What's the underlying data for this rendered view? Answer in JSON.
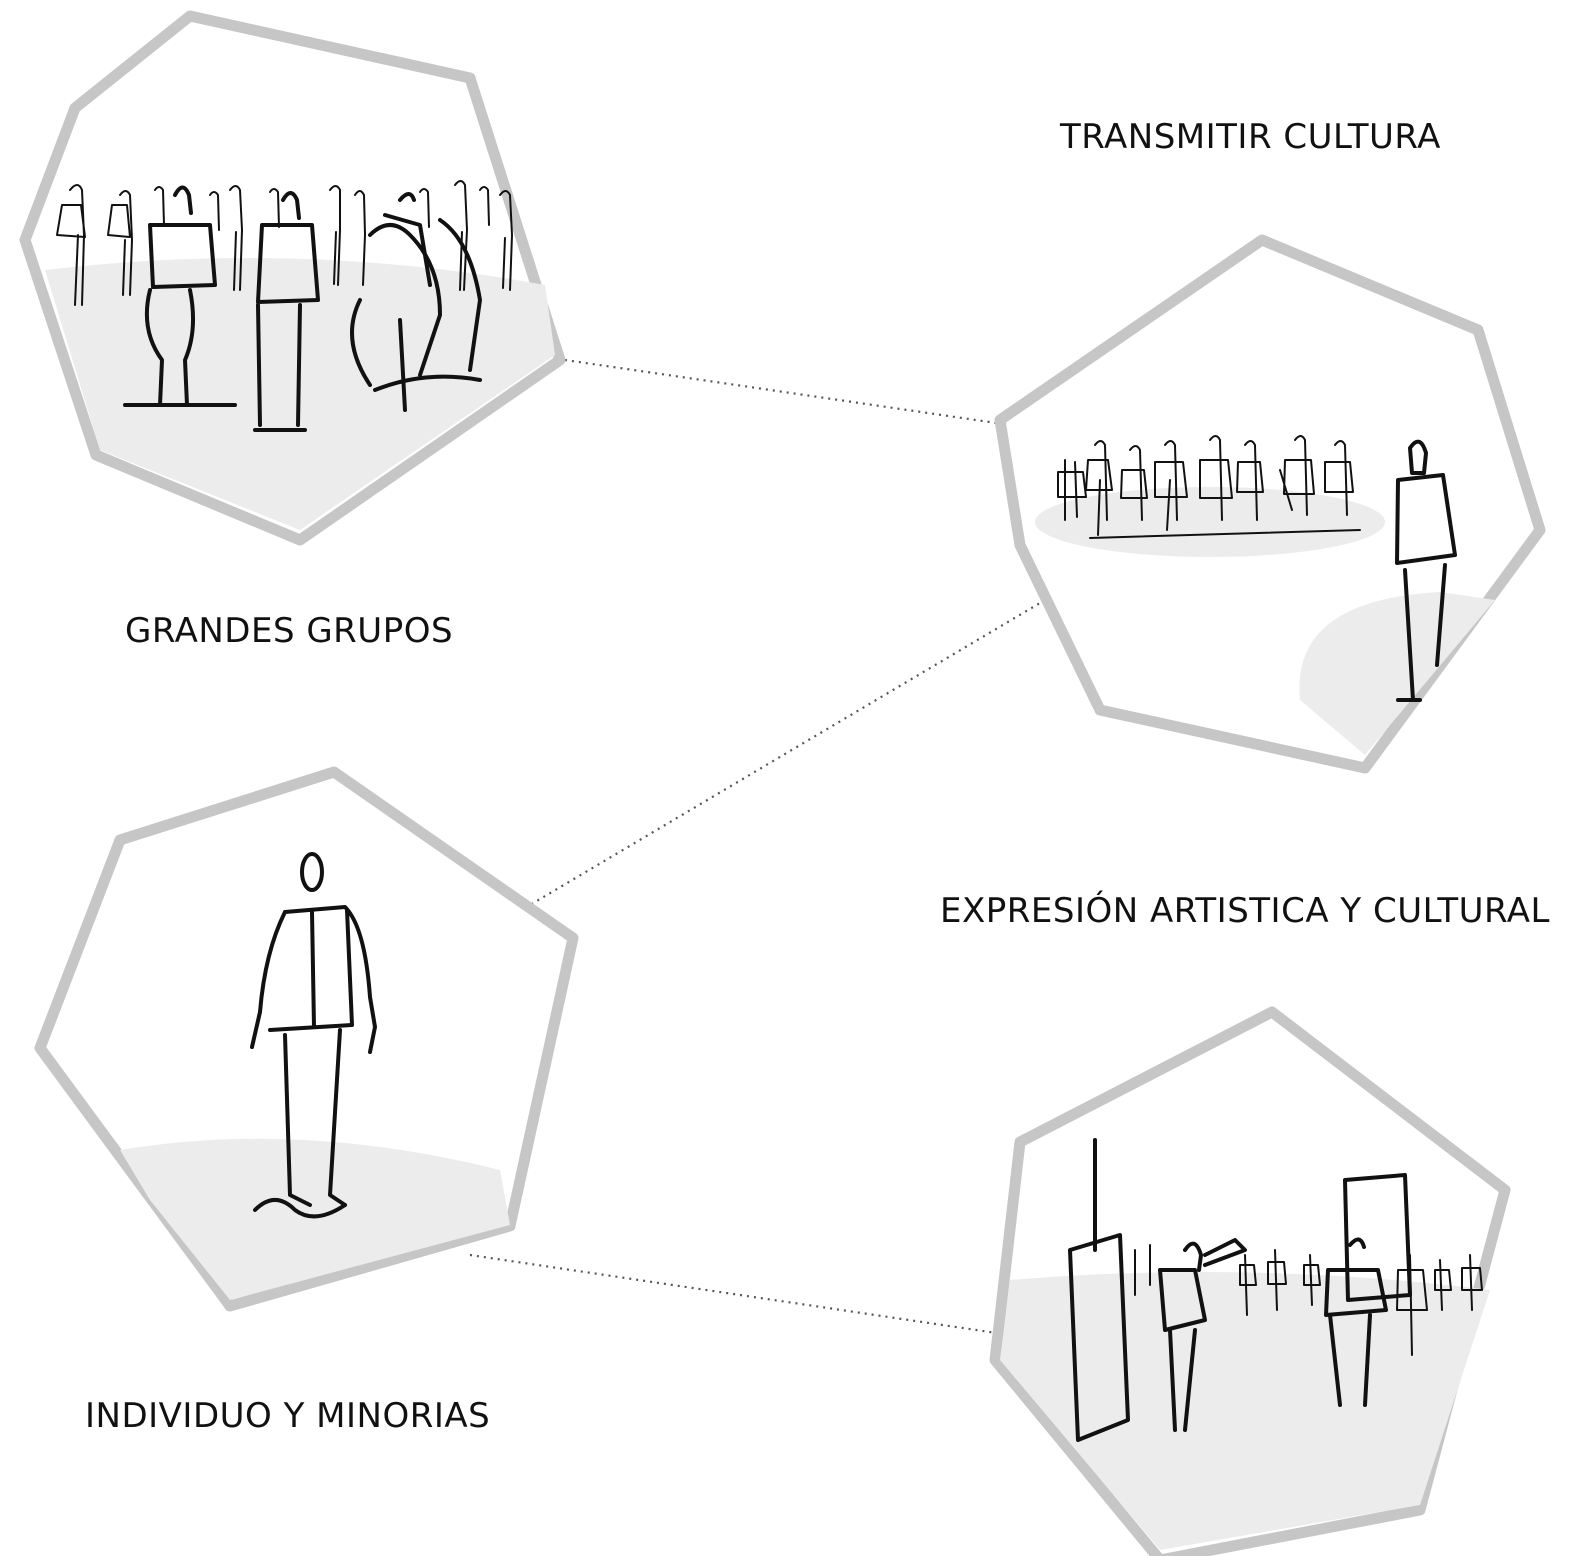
{
  "labels": {
    "grandes_grupos": "GRANDES GRUPOS",
    "transmitir_cultura": "TRANSMITIR CULTURA",
    "individuo_minorias": "INDIVIDUO Y MINORIAS",
    "expresion": "EXPRESIÓN ARTISTICA Y CULTURAL"
  },
  "colors": {
    "frame": "#c6c6c6",
    "ground": "#ececec",
    "ink": "#111111",
    "connector": "#555555"
  },
  "nodes": [
    {
      "id": "grandes-grupos",
      "scene": "crowd sketch"
    },
    {
      "id": "transmitir-cultura",
      "scene": "group facing single figure sketch"
    },
    {
      "id": "individuo-minorias",
      "scene": "single figure sketch"
    },
    {
      "id": "expresion-artistica",
      "scene": "gallery figures sketch"
    }
  ]
}
